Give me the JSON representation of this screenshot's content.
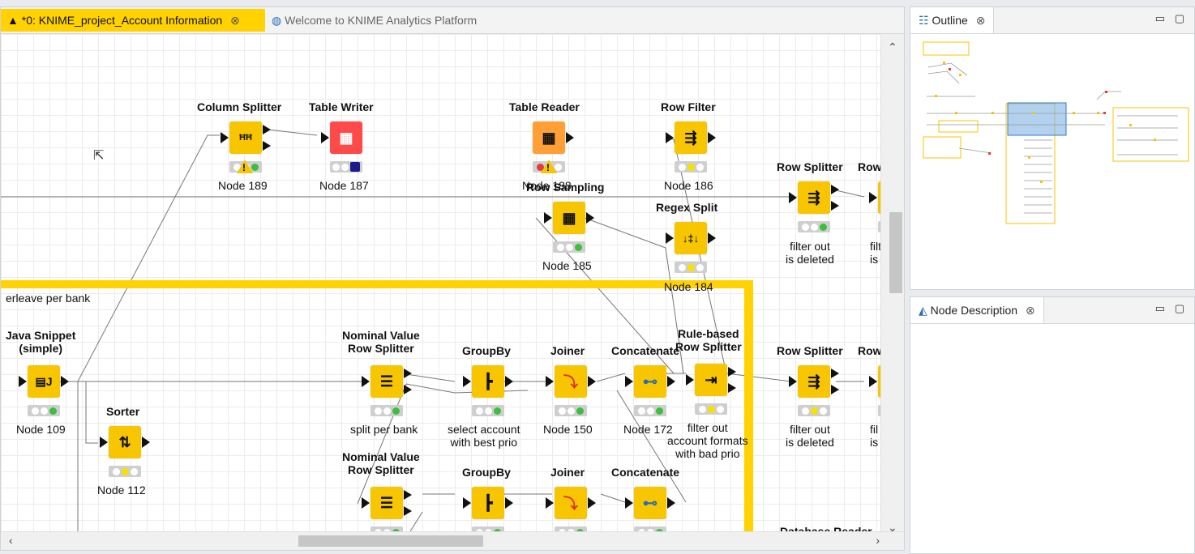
{
  "editor": {
    "tabs": [
      {
        "label": "*0: KNIME_project_Account Information",
        "close": "⊗"
      },
      {
        "label": "Welcome to KNIME Analytics Platform"
      }
    ]
  },
  "annotation": {
    "text": "erleave per bank"
  },
  "nodes": [
    {
      "name": "Column Splitter",
      "label": "Node 189"
    },
    {
      "name": "Table Writer",
      "label": "Node 187"
    },
    {
      "name": "Table Reader",
      "label": "Node 188"
    },
    {
      "name": "Row Filter",
      "label": "Node 186"
    },
    {
      "name": "Row Sampling",
      "label": "Node 185"
    },
    {
      "name": "Regex Split",
      "label": "Node 184"
    },
    {
      "name": "Row Splitter",
      "label": "filter out\nis deleted"
    },
    {
      "name": "Row",
      "label": "filt\nis"
    },
    {
      "name": "Java Snippet\n(simple)",
      "label": "Node 109"
    },
    {
      "name": "Sorter",
      "label": "Node 112"
    },
    {
      "name": "Nominal Value\nRow Splitter",
      "label": "split per bank"
    },
    {
      "name": "GroupBy",
      "label": "select account\nwith best prio"
    },
    {
      "name": "Joiner",
      "label": "Node 150"
    },
    {
      "name": "Concatenate",
      "label": "Node 172"
    },
    {
      "name": "Rule-based\nRow Splitter",
      "label": "filter out\naccount formats\nwith bad prio"
    },
    {
      "name": "Row Splitter",
      "label": "filter out\nis deleted"
    },
    {
      "name": "Row",
      "label": "fil\nis"
    },
    {
      "name": "Nominal Value\nRow Splitter",
      "label": ""
    },
    {
      "name": "GroupBy",
      "label": ""
    },
    {
      "name": "Joiner",
      "label": ""
    },
    {
      "name": "Concatenate",
      "label": ""
    },
    {
      "name": "Database Reader",
      "label": ""
    }
  ],
  "outline": {
    "title": "Outline"
  },
  "node_description": {
    "title": "Node Description"
  }
}
